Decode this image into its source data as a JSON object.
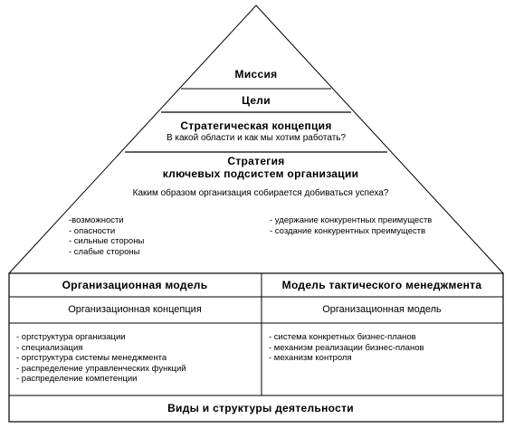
{
  "pyramid": {
    "mission": "Миссия",
    "goals": "Цели",
    "concept_title": "Стратегическая концепция",
    "concept_question": "В какой области и как мы хотим работать?",
    "strategy_title_line1": "Стратегия",
    "strategy_title_line2": "ключевых подсистем организации",
    "strategy_question": "Каким образом организация собирается добиваться успеха?",
    "left_list": [
      "-возможности",
      "- опасности",
      "- сильные стороны",
      "- слабые стороны"
    ],
    "right_list": [
      "- удержание конкурентных преимуществ",
      "- создание конкурентных преимуществ"
    ]
  },
  "table": {
    "left_header": "Организационная модель",
    "right_header": "Модель тактического менеджмента",
    "left_sub": "Организационная концепция",
    "right_sub": "Организационная модель",
    "left_items": [
      "- оргструктура организации",
      "- специализация",
      "- оргструктура системы менеджмента",
      "- распределение управленческих функций",
      "- распределение компетенции"
    ],
    "right_items": [
      "- система конкретных бизнес-планов",
      "- механизм реализации бизнес-планов",
      "- механизм контроля"
    ],
    "footer": "Виды и структуры деятельности"
  }
}
